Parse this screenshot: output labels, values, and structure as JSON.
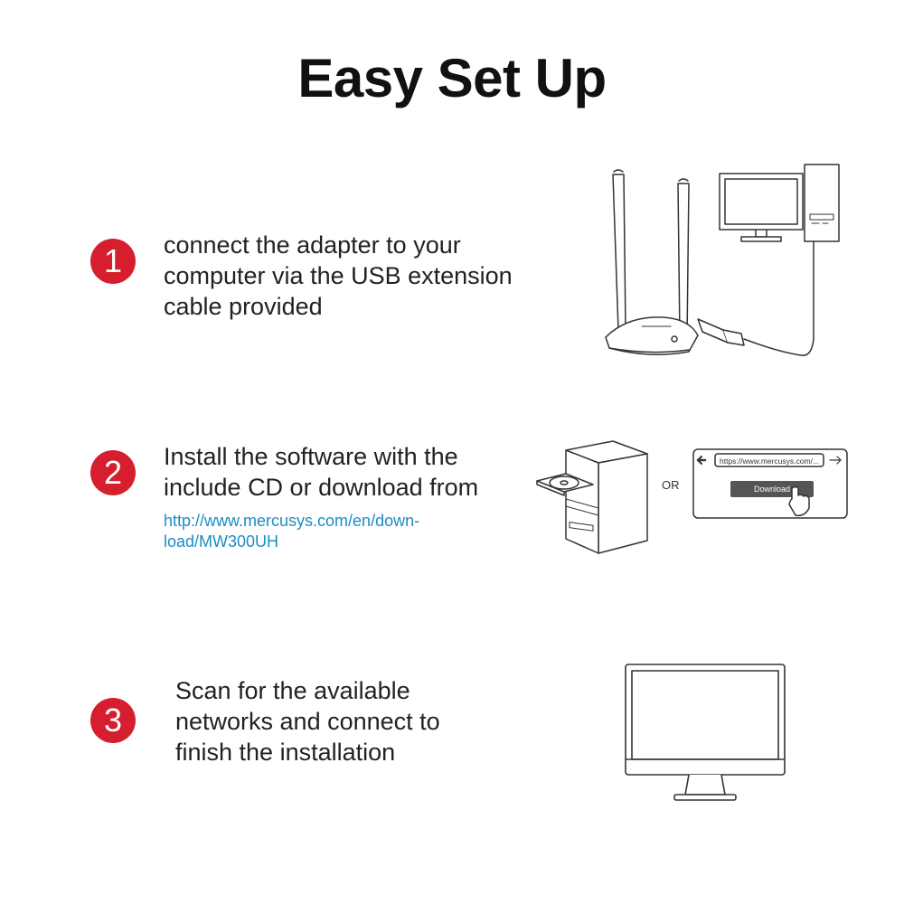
{
  "title": "Easy Set Up",
  "colors": {
    "badge": "#d51f2e",
    "link": "#1a8dc6",
    "text": "#222222",
    "line_art": "#333333"
  },
  "steps": [
    {
      "number": "1",
      "lines": [
        "connect the adapter to your",
        "computer via the USB extension",
        "cable provided"
      ],
      "illustration": {
        "icons": [
          "usb-adapter-icon",
          "usb-cable-icon",
          "desktop-monitor-icon",
          "pc-tower-icon"
        ]
      }
    },
    {
      "number": "2",
      "lines": [
        "Install the software with the",
        "include CD or download from"
      ],
      "link_lines": [
        "http://www.mercusys.com/en/down-",
        "load/MW300UH"
      ],
      "illustration": {
        "icons": [
          "cd-drive-tower-icon",
          "browser-window-icon",
          "back-arrow-icon",
          "forward-arrow-icon",
          "hand-cursor-icon"
        ],
        "or_label": "OR",
        "url_text": "https://www.mercusys.com/...",
        "download_label": "Download"
      }
    },
    {
      "number": "3",
      "lines": [
        "Scan for the available",
        "networks and connect to",
        "finish the installation"
      ],
      "illustration": {
        "icons": [
          "monitor-icon"
        ]
      }
    }
  ]
}
